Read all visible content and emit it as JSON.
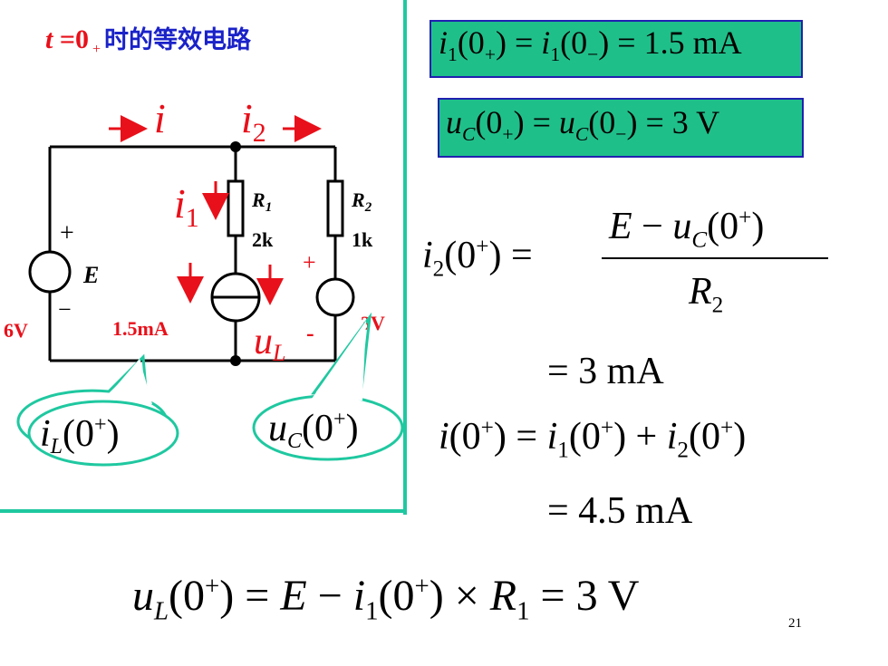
{
  "title": {
    "t": "t",
    "eq": " =0",
    "plus": "+",
    "text": "时的等效电路"
  },
  "circuit": {
    "current_i": "i",
    "current_i2": "i",
    "current_i2_sub": "2",
    "current_i1": "i",
    "current_i1_sub": "1",
    "r1_name": "R",
    "r1_sub": "1",
    "r1_value": "2k",
    "r2_name": "R",
    "r2_sub": "2",
    "r2_value": "1k",
    "source_e": "E",
    "e_plus": "+",
    "e_minus": "−",
    "e_value": "6V",
    "current_source_value": "1.5mA",
    "ul_label": "u",
    "ul_sub": "L",
    "ul_minus": "-",
    "cap_plus": "+",
    "cap_value": "3V",
    "callout_left": "i_L(0⁺)",
    "callout_right": "u_C(0⁺)"
  },
  "equations": {
    "box1": "i₁(0₊) = i₁(0₋) = 1.5 mA",
    "box2": "u_C(0₊) = u_C(0₋) = 3 V",
    "eq_i2": "i₂(0⁺) = (E − u_C(0⁺)) / R₂",
    "eq_i2_result": "= 3 mA",
    "eq_i": "i(0⁺) = i₁(0⁺) + i₂(0⁺)",
    "eq_i_result": "= 4.5 mA",
    "eq_ul": "u_L(0⁺) = E − i₁(0⁺) × R₁ = 3 V"
  },
  "page_number": "21",
  "colors": {
    "accent": "#1fc8a0",
    "box_fill": "#1fbf8a",
    "box_border": "#2020b0",
    "red": "#e8101a",
    "blue": "#1a22c8"
  }
}
